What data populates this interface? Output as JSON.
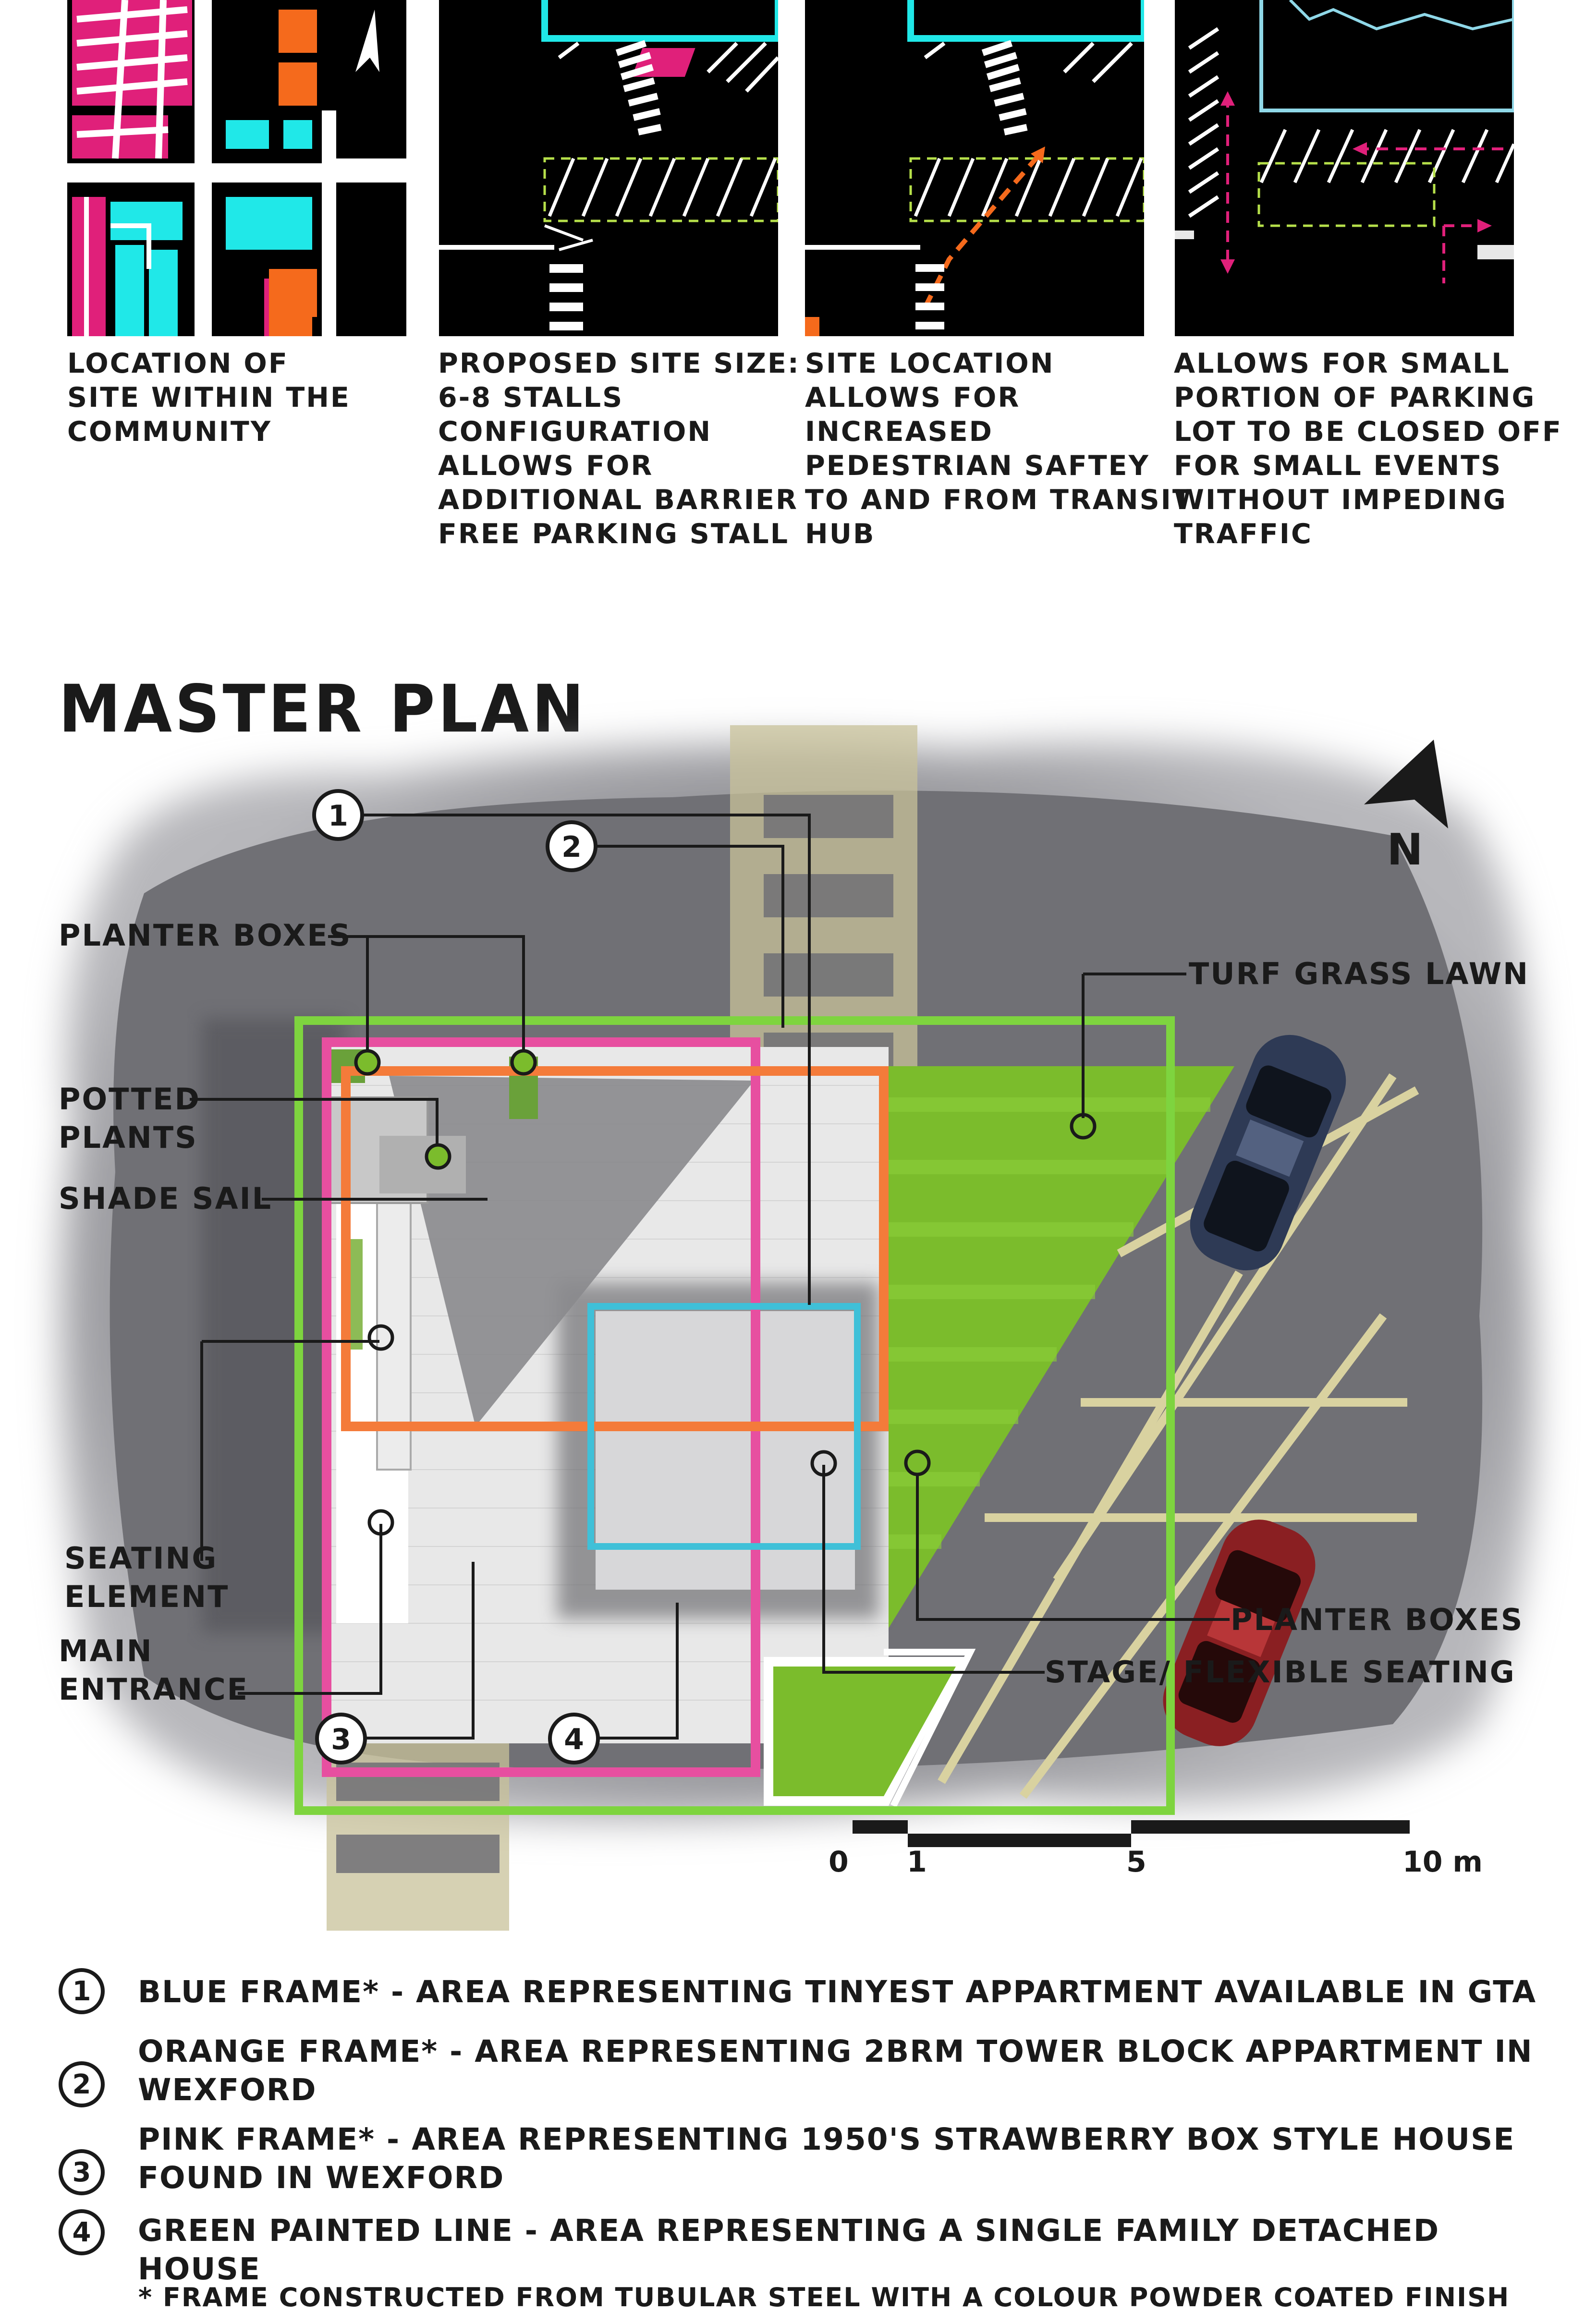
{
  "panels": [
    {
      "caption": "LOCATION OF\nSITE WITHIN THE\nCOMMUNITY"
    },
    {
      "caption": "PROPOSED SITE SIZE:\n6-8 STALLS\nCONFIGURATION\nALLOWS FOR\nADDITIONAL BARRIER\nFREE PARKING STALL"
    },
    {
      "caption": "SITE LOCATION\nALLOWS FOR\nINCREASED\nPEDESTRIAN SAFTEY\nTO AND FROM TRANSIT\nHUB"
    },
    {
      "caption": "ALLOWS FOR SMALL\nPORTION OF PARKING\nLOT TO BE CLOSED OFF\nFOR SMALL EVENTS\nWITHOUT IMPEDING\nTRAFFIC"
    }
  ],
  "master_plan": {
    "title": "MASTER PLAN",
    "north_label": "N",
    "labels": {
      "planter_boxes_top": "PLANTER BOXES",
      "potted_plants": "POTTED\nPLANTS",
      "shade_sail": "SHADE SAIL",
      "seating_element": "SEATING\nELEMENT",
      "main_entrance": "MAIN\nENTRANCE",
      "turf_grass_lawn": "TURF GRASS LAWN",
      "planter_boxes_bottom": "PLANTER BOXES",
      "stage": "STAGE/ FLEXIBLE SEATING"
    },
    "callouts": [
      "1",
      "2",
      "3",
      "4"
    ],
    "scale": {
      "ticks": [
        "0",
        "1",
        "5",
        "10 m"
      ]
    }
  },
  "legend": [
    {
      "num": "1",
      "text": "BLUE FRAME* - AREA REPRESENTING TINYEST APPARTMENT AVAILABLE IN GTA"
    },
    {
      "num": "2",
      "text": "ORANGE FRAME* - AREA REPRESENTING 2BRM TOWER BLOCK APPARTMENT IN\nWEXFORD"
    },
    {
      "num": "3",
      "text": "PINK FRAME* - AREA REPRESENTING 1950'S STRAWBERRY BOX STYLE HOUSE\nFOUND IN WEXFORD"
    },
    {
      "num": "4",
      "text": "GREEN PAINTED LINE - AREA REPRESENTING A SINGLE FAMILY DETACHED HOUSE"
    }
  ],
  "footnote": "* FRAME CONSTRUCTED FROM TUBULAR STEEL  WITH A COLOUR POWDER COATED FINISH",
  "colors": {
    "blue_frame": "#3fc0d8",
    "orange_frame": "#f47b3a",
    "pink_frame": "#e74fa0",
    "green_line": "#7ed43f",
    "cyan_map": "#20e8e8",
    "magenta_map": "#e0207a",
    "orange_map": "#f56a1c"
  }
}
